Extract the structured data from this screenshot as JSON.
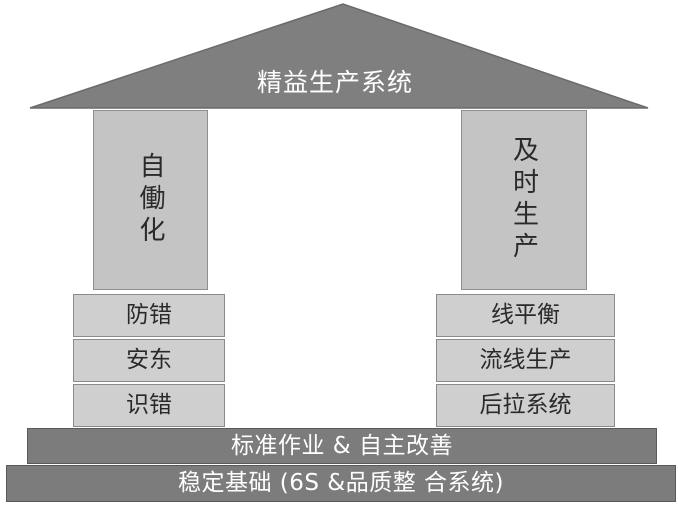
{
  "roof": {
    "title": "精益生产系统",
    "color": "#7f7f7f"
  },
  "left_pillar": {
    "label": "自働化",
    "blocks": [
      "防错",
      "安东",
      "识错"
    ]
  },
  "right_pillar": {
    "label": "及时生产",
    "blocks": [
      "线平衡",
      "流线生产",
      "后拉系统"
    ]
  },
  "foundation": {
    "upper": "标准作业 & 自主改善",
    "lower": "稳定基础 (6S &品质整 合系统)",
    "color": "#7c7c7c"
  }
}
